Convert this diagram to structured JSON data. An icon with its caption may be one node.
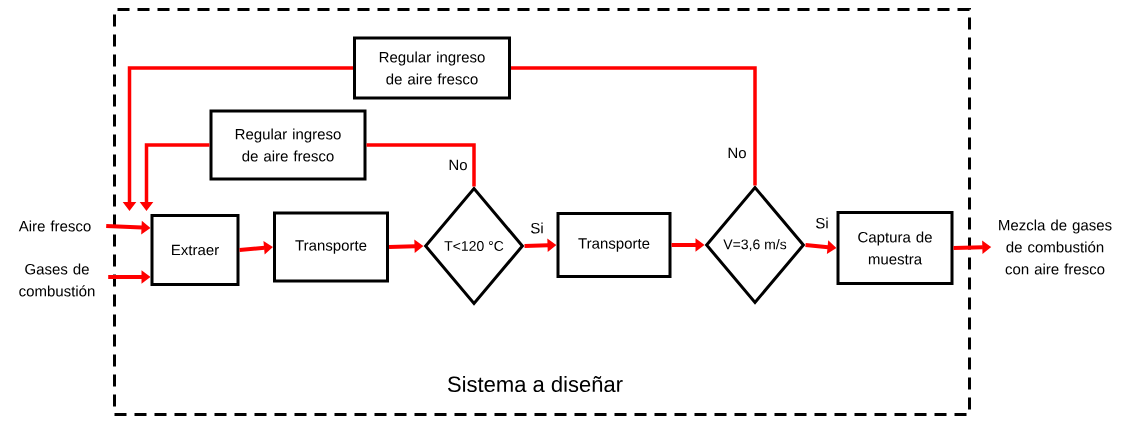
{
  "diagram": {
    "nodes": [
      {
        "text": [
          "Sistema a diseñar"
        ]
      },
      {
        "text": [
          "Aire fresco"
        ]
      },
      {
        "text": [
          "Gases de combustión"
        ]
      },
      {
        "text": [
          "Extraer"
        ],
        "in": 0
      },
      {
        "text": [
          "Transporte"
        ],
        "in": 0
      },
      {
        "text": [
          "T<120 °C"
        ],
        "in": 0
      },
      {
        "text": [
          "Transporte"
        ],
        "in": 0
      },
      {
        "text": [
          "V=3,6 m/s"
        ],
        "in": 0
      },
      {
        "text": [
          "Captura de muestra"
        ],
        "in": 0
      },
      {
        "text": [
          "Regular ingreso de aire fresco"
        ],
        "in": 0
      },
      {
        "text": [
          "Regular ingreso de aire fresco"
        ],
        "in": 0
      },
      {
        "text": [
          "Mezcla de gases de combustión con aire fresco"
        ]
      }
    ],
    "edges": [
      {
        "from": 1,
        "to": 3,
        "arrow": "to"
      },
      {
        "from": 2,
        "to": 3,
        "arrow": "to"
      },
      {
        "from": 3,
        "to": 4,
        "arrow": "to"
      },
      {
        "from": 4,
        "to": 5,
        "arrow": "to"
      },
      {
        "from": 5,
        "to": 6,
        "arrow": "to",
        "label": "Si"
      },
      {
        "from": 6,
        "to": 7,
        "arrow": "to"
      },
      {
        "from": 7,
        "to": 8,
        "arrow": "to",
        "label": "Si"
      },
      {
        "from": 8,
        "to": 11,
        "arrow": "to"
      },
      {
        "from": 5,
        "to": 10,
        "arrow": "none",
        "label": "No"
      },
      {
        "from": 10,
        "to": 3,
        "arrow": "to"
      },
      {
        "from": 7,
        "to": 9,
        "arrow": "none",
        "label": "No"
      },
      {
        "from": 9,
        "to": 3,
        "arrow": "to"
      }
    ]
  }
}
